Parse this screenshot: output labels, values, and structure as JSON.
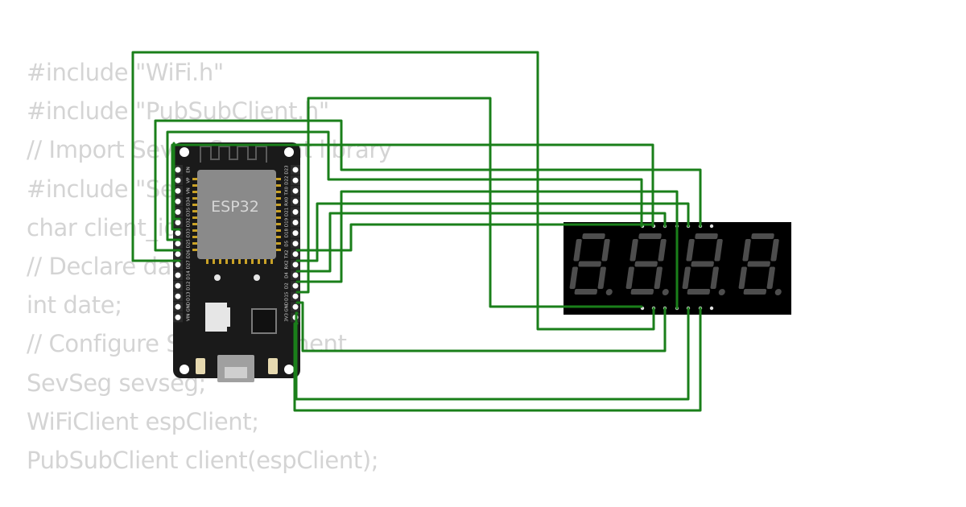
{
  "code_lines": [
    "#include \"WiFi.h\"",
    "#include \"PubSubClient.h\"",
    "// Import Seven Segment library",
    "#include \"SevSeg.h\"",
    "char client_id",
    "// Declare date",
    "int date;",
    "// Configure Seven Segment",
    "SevSeg sevseg;",
    "WiFiClient espClient;",
    "PubSubClient client(espClient);"
  ],
  "board": {
    "label": "ESP32",
    "left_pins": [
      "EN",
      "VP",
      "VN",
      "D34",
      "D35",
      "D32",
      "D33",
      "D25",
      "D26",
      "D27",
      "D14",
      "D12",
      "D13",
      "GND",
      "VIN"
    ],
    "right_pins": [
      "D23",
      "D22",
      "TX0",
      "RX0",
      "D21",
      "D19",
      "D18",
      "D5",
      "TX2",
      "RX2",
      "D4",
      "D2",
      "D15",
      "GND",
      "3V3"
    ]
  },
  "display": {
    "digit_count": 4
  },
  "colors": {
    "wire": "#1a7f1a",
    "board": "#1a1a1a",
    "module": "#8a8a8a",
    "pin_header": "#2b2b2b",
    "segment_off": "#4d4d4d",
    "code_text": "#d4d4d4"
  }
}
